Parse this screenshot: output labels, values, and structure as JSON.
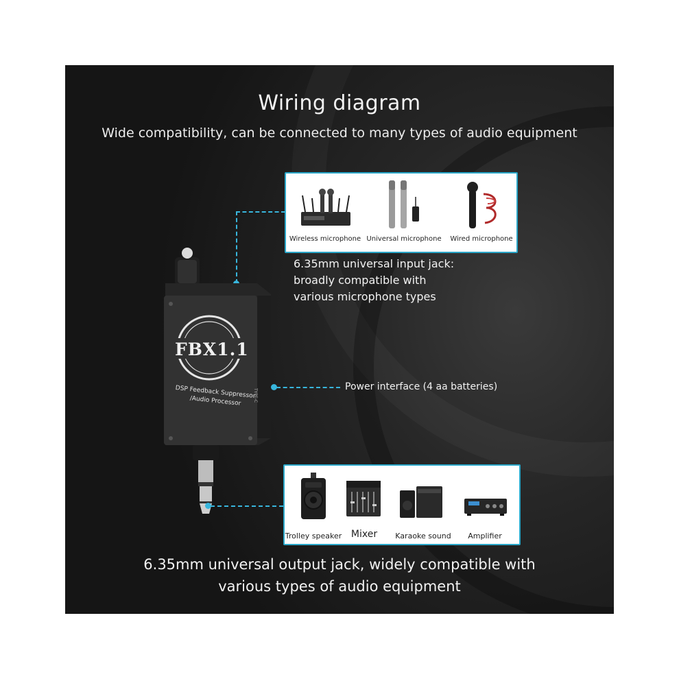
{
  "title": "Wiring diagram",
  "subtitle": "Wide compatibility, can be connected to many types of audio equipment",
  "input_card": {
    "items": [
      "Wireless microphone",
      "Universal microphone",
      "Wired microphone"
    ]
  },
  "input_label": {
    "line1": "6.35mm universal input jack:",
    "line2": "broadly compatible with",
    "line3": "various microphone types"
  },
  "power_label": "Power interface (4 aa batteries)",
  "device": {
    "brand": "FBX1.1",
    "desc1": "DSP Feedback Suppressor",
    "desc2": "/Audio Processor",
    "side": "TYPE-C"
  },
  "output_card": {
    "items": [
      "Trolley speaker",
      "Mixer",
      "Karaoke sound",
      "Amplifier"
    ]
  },
  "output_label": {
    "line1": "6.35mm universal output jack, widely compatible with",
    "line2": "various types of audio equipment"
  },
  "colors": {
    "accent": "#38b6dd",
    "background": "#1e1e1e",
    "card_border": "#2aa7c9"
  }
}
